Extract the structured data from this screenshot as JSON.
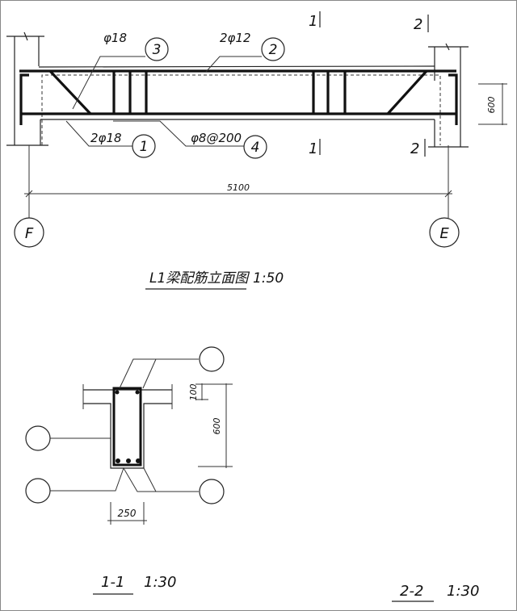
{
  "elevation": {
    "title": "L1梁配筋立面图",
    "scale": "1:50",
    "span_dim": "5100",
    "height_dim": "600",
    "axis_left": "F",
    "axis_right": "E",
    "section_mark_1": "1",
    "section_mark_2": "2",
    "callouts": [
      {
        "num": "1",
        "text": "2φ18"
      },
      {
        "num": "2",
        "text": "2φ12"
      },
      {
        "num": "3",
        "text": "φ18"
      },
      {
        "num": "4",
        "text": "φ8@200"
      }
    ]
  },
  "section": {
    "dim_flange": "100",
    "dim_height": "600",
    "dim_width": "250",
    "label_1": "1-1",
    "scale_1": "1:30",
    "label_2": "2-2",
    "scale_2": "1:30"
  }
}
